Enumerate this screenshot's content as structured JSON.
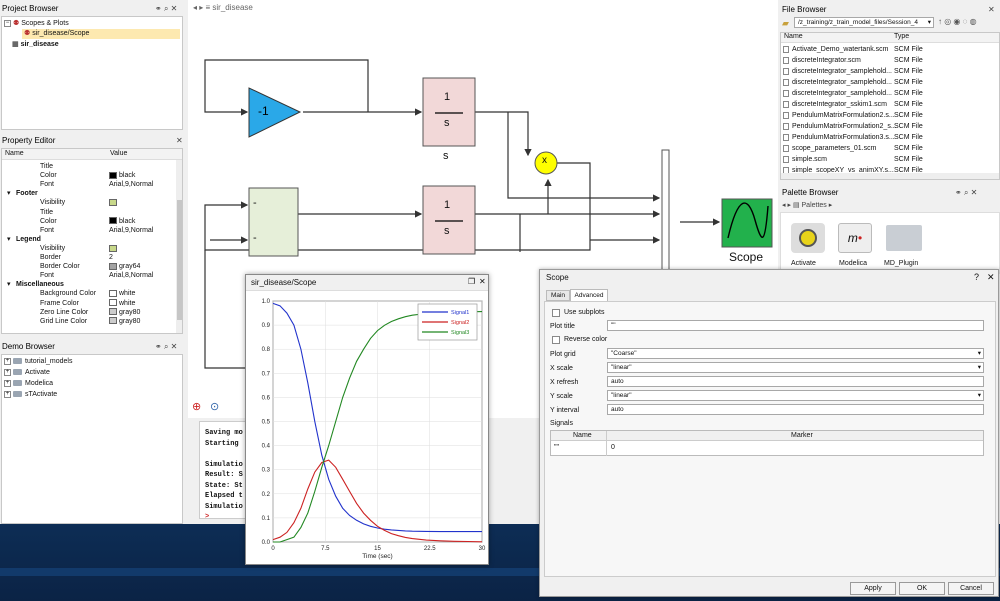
{
  "project_browser": {
    "title": "Project Browser",
    "items": [
      "Scopes & Plots",
      "sir_disease/Scope",
      "sir_disease"
    ]
  },
  "property_editor": {
    "title": "Property Editor",
    "col_name": "Name",
    "col_value": "Value",
    "rows": [
      {
        "name": "Title",
        "value": "",
        "indent": 2
      },
      {
        "name": "Color",
        "value": "black",
        "indent": 2,
        "swatch": "#000000"
      },
      {
        "name": "Font",
        "value": "Arial,9,Normal",
        "indent": 2
      },
      {
        "name": "Footer",
        "value": "",
        "indent": 1,
        "bold": true
      },
      {
        "name": "Visibility",
        "value": "",
        "indent": 2,
        "check": true
      },
      {
        "name": "Title",
        "value": "",
        "indent": 2
      },
      {
        "name": "Color",
        "value": "black",
        "indent": 2,
        "swatch": "#000000"
      },
      {
        "name": "Font",
        "value": "Arial,9,Normal",
        "indent": 2
      },
      {
        "name": "Legend",
        "value": "",
        "indent": 1,
        "bold": true
      },
      {
        "name": "Visibility",
        "value": "",
        "indent": 2,
        "check": true
      },
      {
        "name": "Border",
        "value": "2",
        "indent": 2
      },
      {
        "name": "Border Color",
        "value": "gray64",
        "indent": 2,
        "swatch": "#a3a3a3"
      },
      {
        "name": "Font",
        "value": "Arial,8,Normal",
        "indent": 2
      },
      {
        "name": "Miscellaneous",
        "value": "",
        "indent": 1,
        "bold": true
      },
      {
        "name": "Background Color",
        "value": "white",
        "indent": 2,
        "swatch": "#ffffff"
      },
      {
        "name": "Frame Color",
        "value": "white",
        "indent": 2,
        "swatch": "#ffffff"
      },
      {
        "name": "Zero Line Color",
        "value": "gray80",
        "indent": 2,
        "swatch": "#cccccc"
      },
      {
        "name": "Grid Line Color",
        "value": "gray80",
        "indent": 2,
        "swatch": "#cccccc"
      }
    ]
  },
  "demo_browser": {
    "title": "Demo Browser",
    "items": [
      "tutorial_models",
      "Activate",
      "Modelica",
      "sTActivate"
    ]
  },
  "diagram": {
    "breadcrumb": "sir_disease",
    "gain_label": "-1",
    "integ_num": "1",
    "integ_den": "s",
    "integ_caption": "s",
    "sum_minus": "-",
    "mult_label": "x",
    "scope_label": "Scope"
  },
  "console": {
    "lines": [
      "Saving mo",
      "Starting",
      "",
      "Simulatio",
      "Result: S",
      "State: St",
      "Elapsed t",
      "Simulatio",
      ">"
    ]
  },
  "file_browser": {
    "title": "File Browser",
    "path": "/z_training/z_train_model_files/Session_4",
    "col_name": "Name",
    "col_type": "Type",
    "files": [
      {
        "name": "Activate_Demo_watertank.scm",
        "type": "SCM File"
      },
      {
        "name": "discreteIntegrator.scm",
        "type": "SCM File"
      },
      {
        "name": "discreteIntegrator_samplehold...",
        "type": "SCM File"
      },
      {
        "name": "discreteIntegrator_samplehold...",
        "type": "SCM File"
      },
      {
        "name": "discreteIntegrator_samplehold...",
        "type": "SCM File"
      },
      {
        "name": "discreteIntegrator_sskim1.scm",
        "type": "SCM File"
      },
      {
        "name": "PendulumMatrixFormulation2.s...",
        "type": "SCM File"
      },
      {
        "name": "PendulumMatrixFormulation2_s...",
        "type": "SCM File"
      },
      {
        "name": "PendulumMatrixFormulation3.s...",
        "type": "SCM File"
      },
      {
        "name": "scope_parameters_01.scm",
        "type": "SCM File"
      },
      {
        "name": "simple.scm",
        "type": "SCM File"
      },
      {
        "name": "simple_scopeXY_vs_animXY.s...",
        "type": "SCM File"
      }
    ]
  },
  "palette_browser": {
    "title": "Palette Browser",
    "crumb": "Palettes",
    "items": [
      "Activate",
      "Modelica",
      "MD_Plugin"
    ]
  },
  "scope_dialog": {
    "title": "Scope",
    "tabs": [
      "Main",
      "Advanced"
    ],
    "use_subplots": "Use subplots",
    "plot_title_label": "Plot title",
    "plot_title_value": "\"\"",
    "reverse_color": "Reverse color",
    "plot_grid_label": "Plot grid",
    "plot_grid_value": "\"Coarse\"",
    "x_scale_label": "X scale",
    "x_scale_value": "\"linear\"",
    "x_refresh_label": "X refresh",
    "x_refresh_value": "auto",
    "y_scale_label": "Y scale",
    "y_scale_value": "\"linear\"",
    "y_interval_label": "Y interval",
    "y_interval_value": "auto",
    "signals_label": "Signals",
    "sig_col_name": "Name",
    "sig_col_marker": "Marker",
    "sig_name": "\"\"",
    "sig_marker": "0",
    "apply": "Apply",
    "ok": "OK",
    "cancel": "Cancel"
  },
  "scope_window": {
    "title": "sir_disease/Scope"
  },
  "chart_data": {
    "type": "line",
    "xlabel": "Time (sec)",
    "xlim": [
      0,
      30
    ],
    "ylim": [
      0,
      1
    ],
    "xticks": [
      "0",
      "7.5",
      "15",
      "22.5",
      "30"
    ],
    "yticks": [
      "0.0",
      "0.1",
      "0.2",
      "0.3",
      "0.4",
      "0.5",
      "0.6",
      "0.7",
      "0.8",
      "0.9",
      "1.0"
    ],
    "grid": true,
    "legend": "top-right",
    "x": [
      0,
      1,
      2,
      3,
      4,
      5,
      6,
      7,
      8,
      9,
      10,
      11,
      12,
      13,
      14,
      15,
      16,
      17,
      18,
      19,
      20,
      22,
      24,
      26,
      28,
      30
    ],
    "series": [
      {
        "name": "Signal1",
        "color": "#2233cc",
        "values": [
          0.99,
          0.98,
          0.95,
          0.9,
          0.8,
          0.66,
          0.5,
          0.36,
          0.26,
          0.19,
          0.14,
          0.11,
          0.09,
          0.075,
          0.065,
          0.058,
          0.053,
          0.05,
          0.048,
          0.046,
          0.045,
          0.044,
          0.043,
          0.043,
          0.043,
          0.043
        ]
      },
      {
        "name": "Signal2",
        "color": "#cc2222",
        "values": [
          0.01,
          0.02,
          0.04,
          0.08,
          0.14,
          0.22,
          0.29,
          0.33,
          0.34,
          0.31,
          0.26,
          0.21,
          0.16,
          0.12,
          0.09,
          0.065,
          0.048,
          0.035,
          0.026,
          0.019,
          0.014,
          0.008,
          0.005,
          0.003,
          0.002,
          0.001
        ]
      },
      {
        "name": "Signal3",
        "color": "#228822",
        "values": [
          0.0,
          0.0,
          0.01,
          0.02,
          0.06,
          0.12,
          0.21,
          0.31,
          0.4,
          0.5,
          0.6,
          0.68,
          0.75,
          0.8,
          0.845,
          0.877,
          0.899,
          0.915,
          0.926,
          0.935,
          0.941,
          0.948,
          0.952,
          0.954,
          0.955,
          0.956
        ]
      }
    ]
  },
  "colors": {
    "gain_fill": "#2aa8e8",
    "integ_fill": "#f2d8d8",
    "sum_fill": "#e6efd9",
    "mult_fill": "#ffff00",
    "scope_fill": "#22b14c",
    "selection": "#fde9b0"
  }
}
